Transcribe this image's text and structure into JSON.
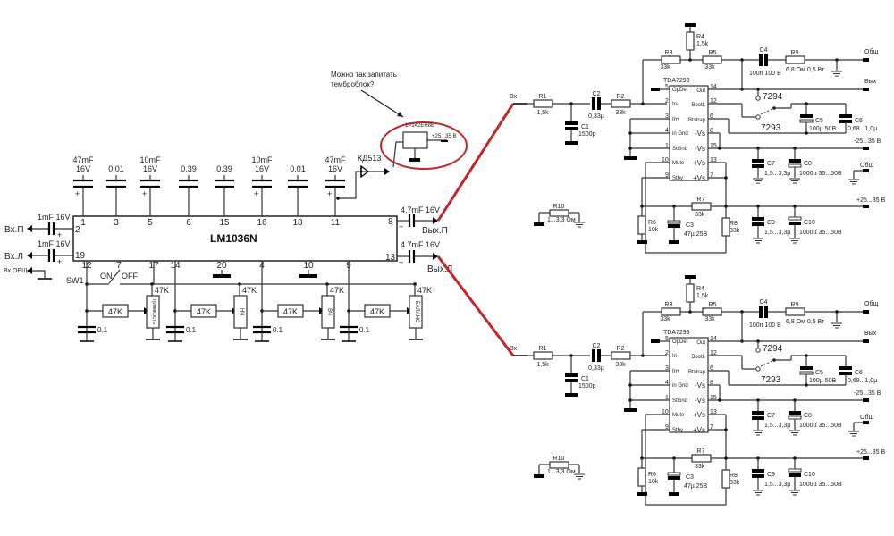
{
  "title": "LM1036N tone control + TDA7293/7294 amplifier schematic",
  "annotation": {
    "question_line1": "Можно так запитать",
    "question_line2": "темброблок?",
    "regulator_label": "1Р142ЕН8Б",
    "regulator_output": "+25...35 В"
  },
  "lm1036": {
    "chip_label": "LM1036N",
    "top_caps": [
      {
        "pin": "1",
        "value1": "47mF",
        "value2": "16V",
        "polar": true
      },
      {
        "pin": "3",
        "value1": "0.01",
        "value2": "",
        "polar": false
      },
      {
        "pin": "5",
        "value1": "10mF",
        "value2": "16V",
        "polar": true
      },
      {
        "pin": "6",
        "value1": "0.39",
        "value2": "",
        "polar": false
      },
      {
        "pin": "15",
        "value1": "0.39",
        "value2": "",
        "polar": false
      },
      {
        "pin": "16",
        "value1": "10mF",
        "value2": "16V",
        "polar": true
      },
      {
        "pin": "18",
        "value1": "0.01",
        "value2": "",
        "polar": false
      },
      {
        "pin": "11",
        "value1": "47mF",
        "value2": "16V",
        "polar": true
      }
    ],
    "diode_label": "КД513",
    "inputs": [
      {
        "label": "Вх.П",
        "cap": "1mF 16V",
        "pin": "2"
      },
      {
        "label": "Вх.Л",
        "cap": "1mF 16V",
        "pin": "19"
      }
    ],
    "input_common": "Вх.ОБЩ",
    "outputs": [
      {
        "label": "Вых.П",
        "cap": "4.7mF 16V",
        "pin": "8"
      },
      {
        "label": "Вых.Л",
        "cap": "4.7mF 16V",
        "pin": "13"
      }
    ],
    "bottom_pins": [
      "12",
      "7",
      "17",
      "14",
      "20",
      "4",
      "10",
      "9"
    ],
    "switch": {
      "name": "SW1",
      "on": "ON",
      "off": "OFF"
    },
    "series_resistor": "47K",
    "pot_value": "47K",
    "bypass_cap": "0.1",
    "pots": [
      "громкость",
      "НЧ",
      "ВЧ",
      "БАЛАНС"
    ]
  },
  "amp": {
    "chip_label": "TDA7293",
    "input_label": "Вх",
    "pins_left": [
      {
        "num": "5",
        "name": "OpDet"
      },
      {
        "num": "2",
        "name": "In-"
      },
      {
        "num": "3",
        "name": "In+"
      },
      {
        "num": "4",
        "name": "in Gnd"
      },
      {
        "num": "1",
        "name": "StGnd"
      },
      {
        "num": "10",
        "name": "Mute"
      },
      {
        "num": "9",
        "name": "Stby"
      }
    ],
    "pins_right": [
      {
        "num": "14",
        "name": "Out"
      },
      {
        "num": "12",
        "name": "BootL"
      },
      {
        "num": "6",
        "name": "Btstrap"
      },
      {
        "num": "8",
        "name": "-Vs"
      },
      {
        "num": "15",
        "name": "-Vs"
      },
      {
        "num": "13",
        "name": "+Vs"
      },
      {
        "num": "7",
        "name": "+Vs"
      }
    ],
    "parts": {
      "R1": {
        "name": "R1",
        "value": "1,5k"
      },
      "C1": {
        "name": "C1",
        "value": "1500p"
      },
      "C2": {
        "name": "C2",
        "value": "0,33µ"
      },
      "R2": {
        "name": "R2",
        "value": "33k"
      },
      "R3": {
        "name": "R3",
        "value": "33k"
      },
      "R4": {
        "name": "R4",
        "value": "1,5k"
      },
      "R5": {
        "name": "R5",
        "value": "33k"
      },
      "C4": {
        "name": "C4",
        "value": "100n 100 В"
      },
      "R9": {
        "name": "R9",
        "value": "6,8 Ом 0,5 Вт"
      },
      "C5": {
        "name": "C5",
        "value": "100µ 50В"
      },
      "C6": {
        "name": "C6",
        "value": "0,68...1,0µ"
      },
      "C7": {
        "name": "C7",
        "value": "1,5...3,3µ"
      },
      "C8": {
        "name": "C8",
        "value": "1000µ 35...50В"
      },
      "R7": {
        "name": "R7",
        "value": "33k"
      },
      "R6": {
        "name": "R6",
        "value": "10k"
      },
      "C3": {
        "name": "C3",
        "value": "47µ 25В"
      },
      "R8": {
        "name": "R8",
        "value": "33k"
      },
      "C9": {
        "name": "C9",
        "value": "1,5...3,3µ"
      },
      "C10": {
        "name": "C10",
        "value": "1000µ 35...50В"
      },
      "R10": {
        "name": "R10",
        "value": "1...3,3 Ом"
      }
    },
    "jumper_7294": "7294",
    "jumper_7293": "7293",
    "terminals": {
      "common": "Общ",
      "output": "Вых",
      "neg_supply": "-25...35 В",
      "gnd": "Общ",
      "pos_supply": "+25...35 В"
    }
  }
}
